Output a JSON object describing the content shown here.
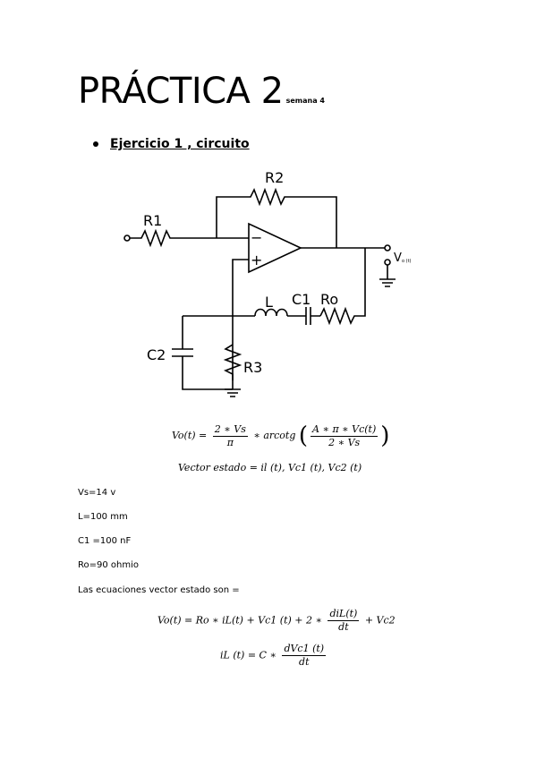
{
  "header": {
    "title": "PRÁCTICA 2",
    "subtitle": "semana 4"
  },
  "section": {
    "bullet_text": "Ejercicio 1 , circuito"
  },
  "circuit": {
    "labels": {
      "r1": "R1",
      "r2": "R2",
      "r3": "R3",
      "l": "L",
      "c1": "C1",
      "c2": "C2",
      "ro": "Ro",
      "minus": "−",
      "plus": "+",
      "vo": "V",
      "vo_sub": "o (t)"
    }
  },
  "equations": {
    "eq1": {
      "lhs": "Vo(t) =",
      "frac1_num": "2 ∗ Vs",
      "frac1_den": "π",
      "mid": "∗ arcotg",
      "frac2_num": "A ∗ π ∗ Vc(t)",
      "frac2_den": "2 ∗ Vs"
    },
    "eq2": "Vector estado = il (t), Vc1 (t), Vc2 (t)",
    "eq3": {
      "lhs": "Vo(t) = Ro ∗ iL(t) + Vc1 (t) + 2 ∗",
      "frac_num": "diL(t)",
      "frac_den": "dt",
      "tail": "+ Vc2"
    },
    "eq4": {
      "lhs": "iL (t) = C ∗",
      "frac_num": "dVc1 (t)",
      "frac_den": "dt"
    }
  },
  "params": {
    "vs": "Vs=14 v",
    "l": "L=100 mm",
    "c1": "C1 =100 nF",
    "ro": "Ro=90 ohmio",
    "intro": "Las ecuaciones vector estado son ="
  }
}
